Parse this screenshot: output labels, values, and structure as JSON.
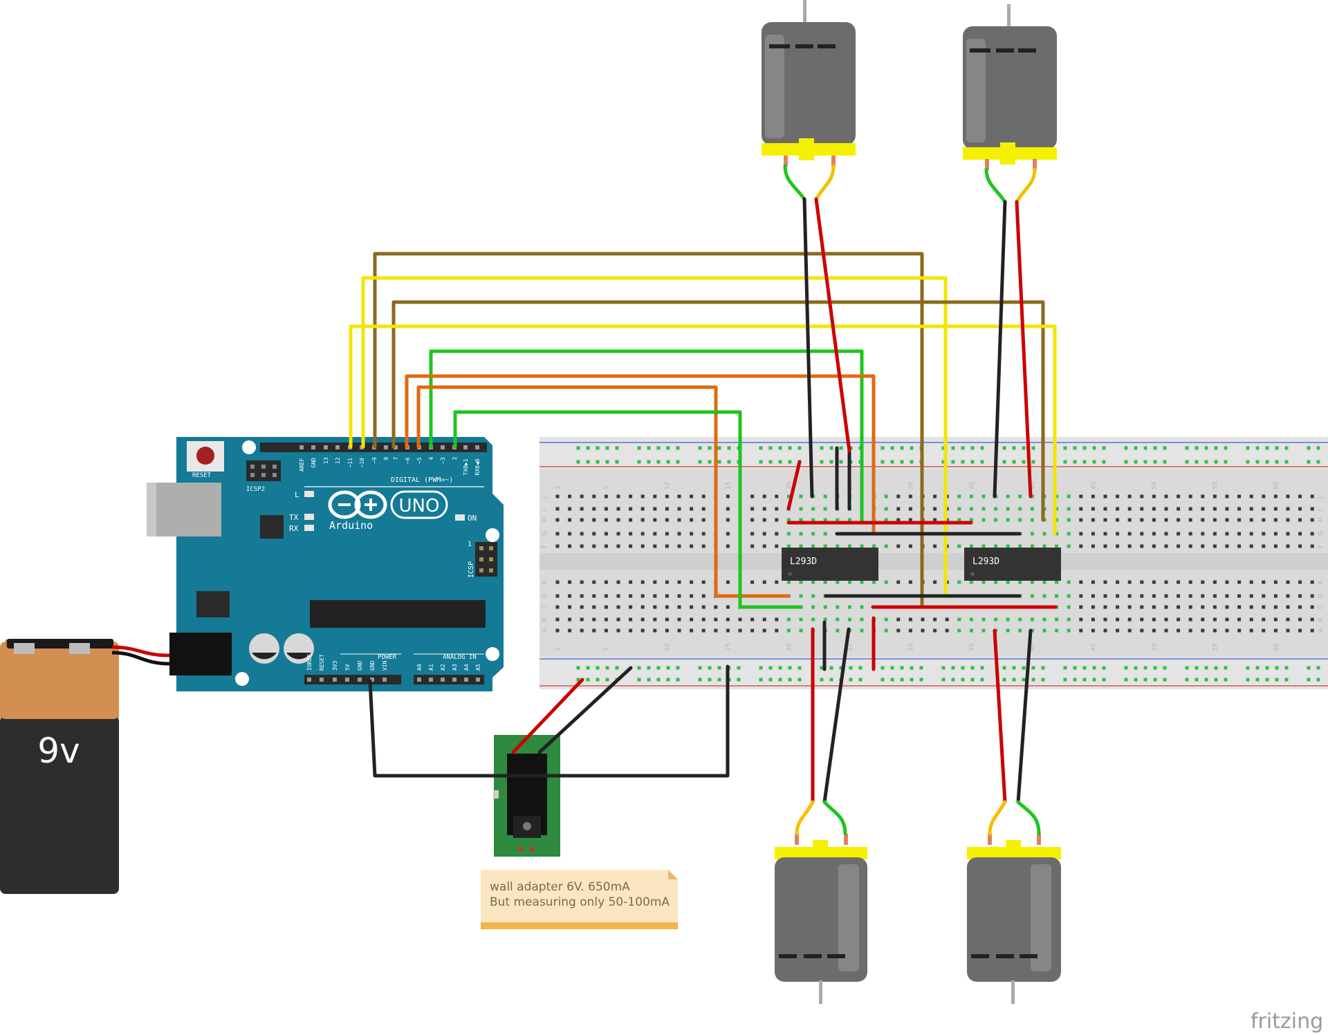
{
  "battery": {
    "label": "9v"
  },
  "arduino": {
    "logo_name": "Arduino",
    "model": "UNO",
    "reset_label": "RESET",
    "icsp2_label": "ICSP2",
    "icsp_label": "ICSP",
    "digital_label": "DIGITAL (PWM=~)",
    "power_label": "POWER",
    "analog_label": "ANALOG IN",
    "led_l": "L",
    "led_tx": "TX",
    "led_rx": "RX",
    "led_on": "ON",
    "icsp_pin1": "1",
    "digital_pins": [
      "AREF",
      "GND",
      "13",
      "12",
      "~11",
      "~10",
      "~9",
      "8",
      "7",
      "~6",
      "~5",
      "4",
      "~3",
      "2",
      "TX0▶1",
      "RX0◀0"
    ],
    "power_pins": [
      "IOREF",
      "RESET",
      "3V3",
      "5V",
      "GND",
      "GND",
      "VIN"
    ],
    "analog_pins": [
      "A0",
      "A1",
      "A2",
      "A3",
      "A4",
      "A5"
    ]
  },
  "breadboard": {
    "column_numbers": [
      "1",
      "5",
      "10",
      "15",
      "20",
      "25",
      "30",
      "35",
      "40",
      "45",
      "50",
      "55",
      "60"
    ],
    "row_letters_top": [
      "J",
      "I",
      "H",
      "G",
      "F"
    ],
    "row_letters_bottom": [
      "E",
      "D",
      "C",
      "B",
      "A"
    ]
  },
  "chips": [
    {
      "label": "L293D"
    },
    {
      "label": "L293D"
    }
  ],
  "motors": [
    {
      "name": "motor-top-left"
    },
    {
      "name": "motor-top-right"
    },
    {
      "name": "motor-bottom-left"
    },
    {
      "name": "motor-bottom-right"
    }
  ],
  "note": {
    "line1": "wall adapter 6V. 650mA",
    "line2": "But measuring only 50-100mA"
  },
  "brand": "fritzing",
  "colors": {
    "arduino_blue": "#147a96",
    "breadboard": "#dcdcdc",
    "wire_red": "#cc0000",
    "wire_black": "#222222",
    "wire_yellow": "#f2e600",
    "wire_brown": "#8a6a1e",
    "wire_orange": "#e06a10",
    "wire_green": "#1fc41f",
    "motor_yellow": "#f5f000",
    "note_bg": "#fce6c2",
    "battery_copper": "#d38e52"
  }
}
